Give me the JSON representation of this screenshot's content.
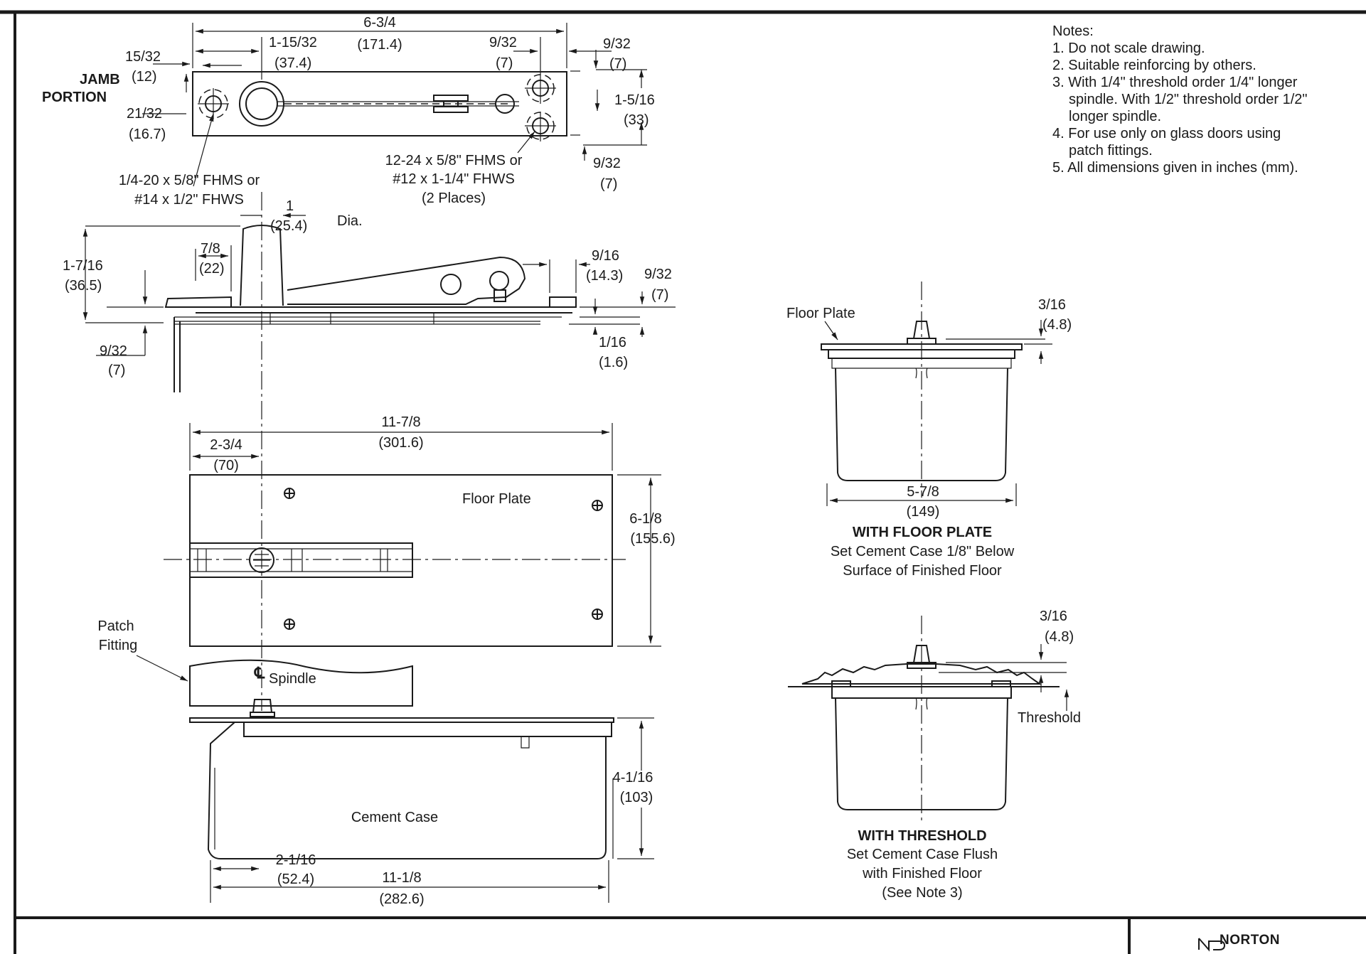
{
  "notes": {
    "title": "Notes:",
    "items": [
      "1. Do not scale drawing.",
      "2. Suitable reinforcing by others.",
      "3. With 1/4\" threshold order 1/4\" longer",
      "spindle. With 1/2\" threshold order 1/2\"",
      "longer spindle.",
      "4. For use only on glass doors using",
      "patch fittings.",
      "5. All dimensions given in inches (mm)."
    ]
  },
  "jamb": {
    "title_1": "JAMB",
    "title_2": "PORTION",
    "dim_overall": "6-3/4",
    "dim_overall_mm": "(171.4)",
    "dim_a": "1-15/32",
    "dim_a_mm": "(37.4)",
    "dim_b": "9/32",
    "dim_b_mm": "(7)",
    "dim_c": "9/32",
    "dim_c_mm": "(7)",
    "dim_d": "15/32",
    "dim_d_mm": "(12)",
    "dim_e": "21/32",
    "dim_e_mm": "(16.7)",
    "dim_f": "1-5/16",
    "dim_f_mm": "(33)",
    "dim_g": "9/32",
    "dim_g_mm": "(7)",
    "screw_1a": "1/4-20 x 5/8\" FHMS or",
    "screw_1b": "#14 x 1/2\" FHWS",
    "screw_2a": "12-24 x 5/8\" FHMS or",
    "screw_2b": "#12 x 1-1/4\" FHWS",
    "screw_2c": "(2 Places)"
  },
  "side": {
    "dia": "1",
    "dia_mm": "(25.4)",
    "dia_label": "Dia.",
    "h": "1-7/16",
    "h_mm": "(36.5)",
    "w1": "7/8",
    "w1_mm": "(22)",
    "w2": "9/16",
    "w2_mm": "(14.3)",
    "w3": "9/32",
    "w3_mm": "(7)",
    "w4": "1/16",
    "w4_mm": "(1.6)",
    "w5": "9/32",
    "w5_mm": "(7)"
  },
  "plan": {
    "len": "11-7/8",
    "len_mm": "(301.6)",
    "off": "2-3/4",
    "off_mm": "(70)",
    "wid": "6-1/8",
    "wid_mm": "(155.6)",
    "floor_plate": "Floor Plate",
    "patch_1": "Patch",
    "patch_2": "Fitting",
    "spindle": "Spindle",
    "cl": "℄"
  },
  "case": {
    "label": "Cement Case",
    "h": "4-1/16",
    "h_mm": "(103)",
    "off": "2-1/16",
    "off_mm": "(52.4)",
    "len": "11-1/8",
    "len_mm": "(282.6)"
  },
  "with_plate": {
    "label": "Floor Plate",
    "dim": "3/16",
    "dim_mm": "(4.8)",
    "w": "5-7/8",
    "w_mm": "(149)",
    "title": "WITH FLOOR PLATE",
    "line1": "Set Cement Case 1/8\" Below",
    "line2": "Surface of Finished Floor"
  },
  "with_threshold": {
    "dim": "3/16",
    "dim_mm": "(4.8)",
    "label": "Threshold",
    "title": "WITH THRESHOLD",
    "line1": "Set Cement Case Flush",
    "line2": "with Finished Floor",
    "line3": "(See Note 3)"
  },
  "brand": {
    "name": "NORTON"
  }
}
